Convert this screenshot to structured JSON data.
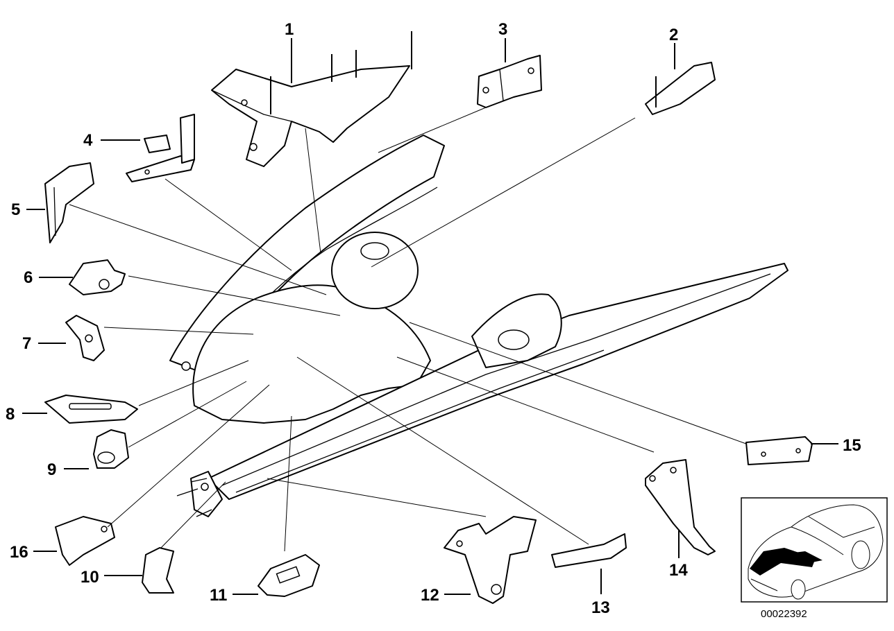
{
  "callouts": {
    "c1": "1",
    "c2": "2",
    "c3": "3",
    "c4": "4",
    "c5": "5",
    "c6": "6",
    "c7": "7",
    "c8": "8",
    "c9": "9",
    "c10": "10",
    "c11": "11",
    "c12": "12",
    "c13": "13",
    "c14": "14",
    "c15": "15",
    "c16": "16"
  },
  "catalog_number": "00022392",
  "thumbnail": {
    "subject": "car-location-thumbnail"
  }
}
